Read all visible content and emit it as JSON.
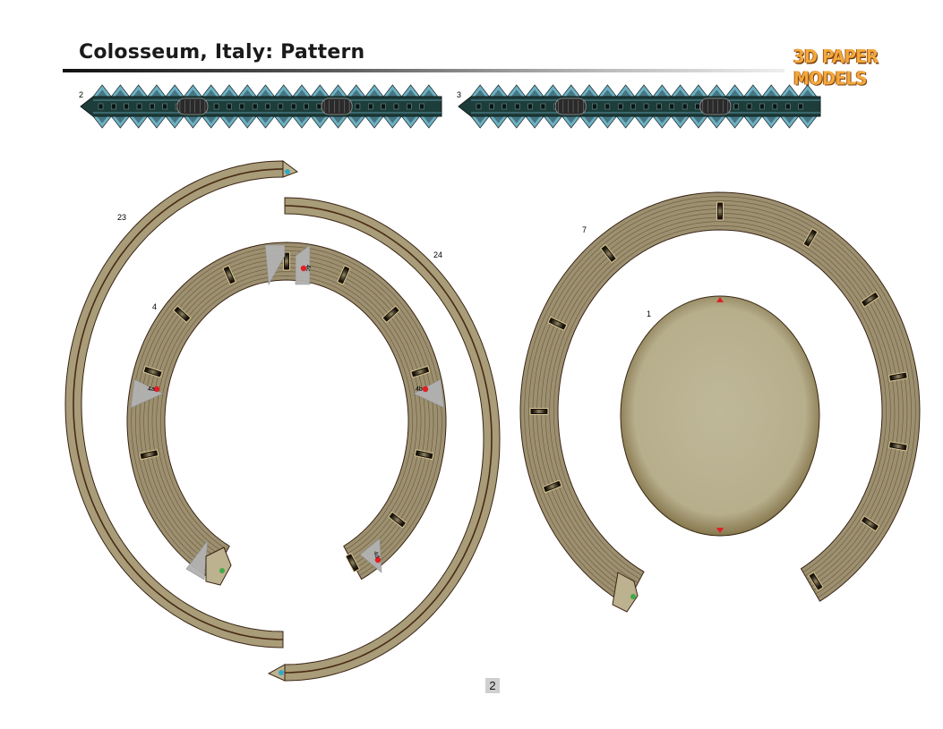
{
  "header": {
    "title": "Colosseum, Italy: Pattern",
    "brand": "3D PAPER MODELS"
  },
  "pieces": {
    "strip_2": "2",
    "strip_3": "3",
    "ring_23": "23",
    "ring_24": "24",
    "ring_4": "4",
    "ring_7": "7",
    "oval_1": "1",
    "tab_4a": "4a",
    "tab_4b": "4b",
    "tab_4c": "4c",
    "tab_4d": "4d"
  },
  "footer": {
    "page_number": "2"
  },
  "colors": {
    "ring_fill": "#9c9070",
    "ring_dark": "#3a2414",
    "strip_fill": "#1d3d3a",
    "strip_teeth": "#6fb1c4",
    "oval_fill": "#bcb595",
    "flap_gray": "#b2b2b2",
    "marker_red": "#e01f26",
    "marker_cyan": "#33a8c8",
    "marker_green": "#3faa4a"
  }
}
